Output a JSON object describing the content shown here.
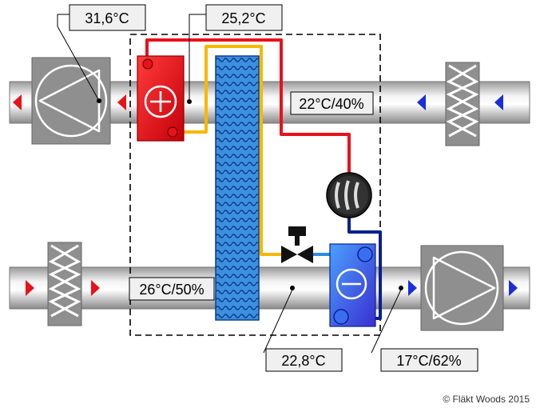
{
  "labels": {
    "supply_temp": "31,6°C",
    "heater_outlet_temp": "25,2°C",
    "room_air": "22°C/40%",
    "outdoor_air": "26°C/50%",
    "after_recovery_temp": "22,8°C",
    "after_cooler": "17°C/62%"
  },
  "copyright": "© Fläkt Woods 2015",
  "colors": {
    "hot_pipe": "#e8121b",
    "warm_pipe": "#f5b800",
    "cold_pipe": "#0a1f8f",
    "cool_pipe": "#2a8fe0",
    "heater": "#e8141b",
    "cooler": "#3a6ef0",
    "exchanger": "#2a7fd4",
    "arrow_exhaust": "#e8121b",
    "arrow_supply": "#1a2fd8"
  },
  "icons": {
    "heater": "plus-icon",
    "cooler": "minus-icon",
    "fans": "fan-icon",
    "filters": "filter-icon",
    "compressor": "compressor-icon",
    "valve": "valve-icon"
  }
}
